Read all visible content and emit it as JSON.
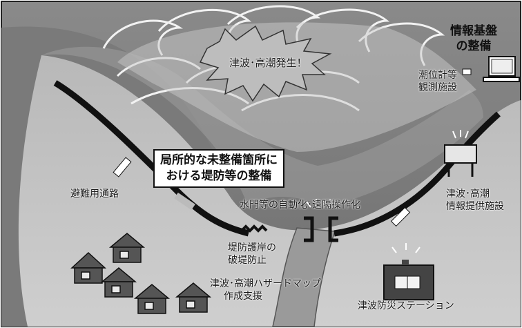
{
  "headline": {
    "line1": "情報基盤",
    "line2": "の整備"
  },
  "burst_label": "津波･高潮発生！",
  "callout_box": {
    "line1": "局所的な未整備箇所に",
    "line2": "おける堤防等の整備"
  },
  "labels": {
    "observation": [
      "潮位計等",
      "観測施設"
    ],
    "info_facility": [
      "津波･高潮",
      "情報提供施設"
    ],
    "evacuation_route": "避難用通路",
    "floodgate": "水門等の自動化･遠隔操作化",
    "revetment": [
      "堤防護岸の",
      "破堤防止"
    ],
    "hazard_map": [
      "津波･高潮ハザードマップ",
      "作成支援"
    ],
    "station": "津波防災ステーション"
  }
}
